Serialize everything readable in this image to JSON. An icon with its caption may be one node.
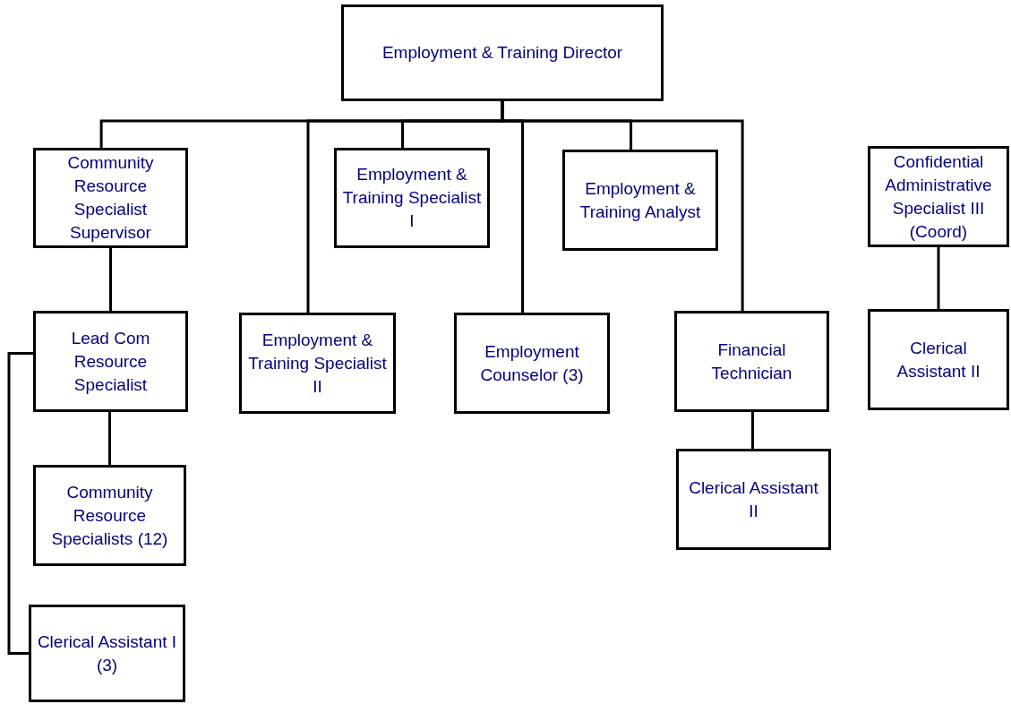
{
  "diagram": {
    "nodes": [
      {
        "text": [
          "Employment & Training Director"
        ]
      },
      {
        "text": [
          "Community Resource Specialist Supervisor"
        ]
      },
      {
        "text": [
          "Employment & Training Specialist I"
        ]
      },
      {
        "text": [
          "Employment & Training Analyst"
        ]
      },
      {
        "text": [
          "Confidential Administrative Specialist III (Coord)"
        ]
      },
      {
        "text": [
          "Lead Com Resource Specialist"
        ]
      },
      {
        "text": [
          "Employment & Training Specialist II"
        ]
      },
      {
        "text": [
          "Employment Counselor (3)"
        ]
      },
      {
        "text": [
          "Financial Technician"
        ]
      },
      {
        "text": [
          "Clerical Assistant II"
        ]
      },
      {
        "text": [
          "Community Resource Specialists (12)"
        ]
      },
      {
        "text": [
          "Clerical Assistant I (3)"
        ]
      },
      {
        "text": [
          "Clerical Assistant II"
        ]
      }
    ],
    "edges": [
      {
        "from": 0,
        "to": 1,
        "arrow": "none"
      },
      {
        "from": 0,
        "to": 6,
        "arrow": "none"
      },
      {
        "from": 0,
        "to": 2,
        "arrow": "none"
      },
      {
        "from": 0,
        "to": 7,
        "arrow": "none"
      },
      {
        "from": 0,
        "to": 3,
        "arrow": "none"
      },
      {
        "from": 0,
        "to": 8,
        "arrow": "none"
      },
      {
        "from": 1,
        "to": 5,
        "arrow": "none"
      },
      {
        "from": 5,
        "to": 10,
        "arrow": "none"
      },
      {
        "from": 5,
        "to": 11,
        "arrow": "none"
      },
      {
        "from": 8,
        "to": 12,
        "arrow": "none"
      },
      {
        "from": 4,
        "to": 9,
        "arrow": "none"
      }
    ]
  }
}
